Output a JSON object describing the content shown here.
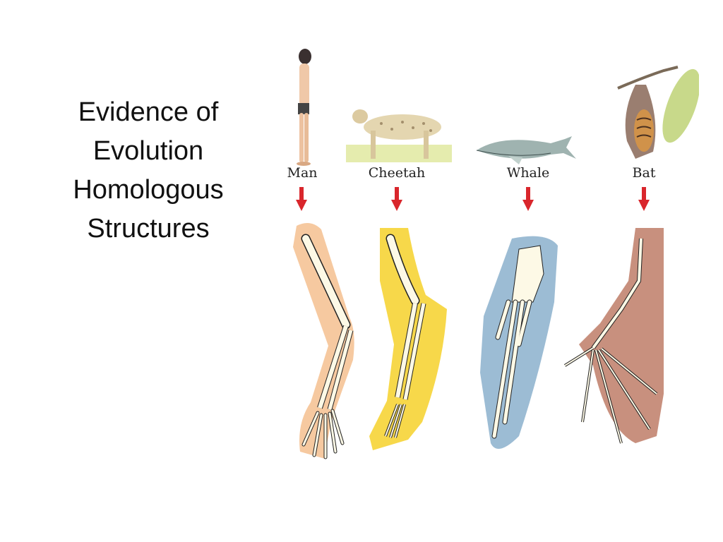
{
  "slide": {
    "title_lines": [
      "Evidence of",
      "Evolution",
      "Homologous",
      "Structures"
    ]
  },
  "figure": {
    "arrow_color": "#d9262c",
    "animals": [
      {
        "label": "Man",
        "limb_color": "#f6c9a0"
      },
      {
        "label": "Cheetah",
        "limb_color": "#f7d84a"
      },
      {
        "label": "Whale",
        "limb_color": "#9cbcd4"
      },
      {
        "label": "Bat",
        "limb_color": "#c8907e"
      }
    ]
  }
}
